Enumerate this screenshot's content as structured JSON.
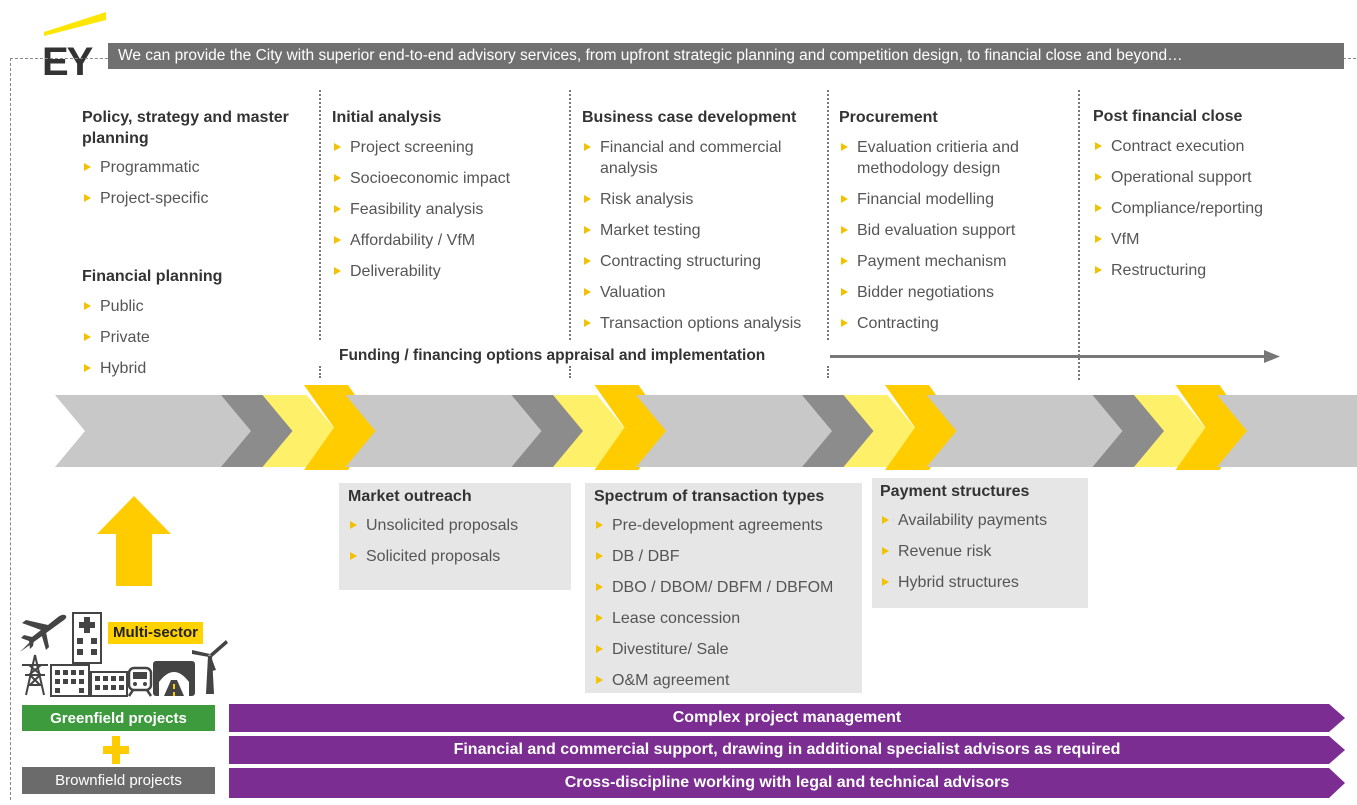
{
  "logo": {
    "text": "EY"
  },
  "banner": {
    "text": "We can provide the City with superior end-to-end advisory services, from upfront strategic planning and competition design, to financial close and beyond…"
  },
  "columns": [
    {
      "title": "Policy, strategy and master planning",
      "items": [
        "Programmatic",
        "Project-specific"
      ]
    },
    {
      "title": "Initial analysis",
      "items": [
        "Project screening",
        "Socioeconomic impact",
        "Feasibility analysis",
        "Affordability / VfM",
        "Deliverability"
      ]
    },
    {
      "title": "Business case development",
      "items": [
        "Financial and commercial analysis",
        "Risk analysis",
        "Market testing",
        "Contracting structuring",
        "Valuation",
        "Transaction options analysis"
      ]
    },
    {
      "title": "Procurement",
      "items": [
        "Evaluation critieria and methodology design",
        "Financial modelling",
        "Bid evaluation support",
        "Payment mechanism",
        "Bidder negotiations",
        "Contracting"
      ]
    },
    {
      "title": "Post financial close",
      "items": [
        "Contract execution",
        "Operational support",
        "Compliance/reporting",
        "VfM",
        "Restructuring"
      ]
    }
  ],
  "financial_planning": {
    "title": "Financial planning",
    "items": [
      "Public",
      "Private",
      "Hybrid"
    ]
  },
  "funding_row": {
    "label": "Funding / financing options appraisal and implementation"
  },
  "boxes": [
    {
      "title": "Market outreach",
      "items": [
        "Unsolicited proposals",
        "Solicited proposals"
      ]
    },
    {
      "title": "Spectrum of transaction types",
      "items": [
        "Pre-development agreements",
        "DB / DBF",
        "DBO / DBOM/ DBFM / DBFOM",
        "Lease concession",
        "Divestiture/ Sale",
        "O&M agreement"
      ]
    },
    {
      "title": "Payment structures",
      "items": [
        "Availability payments",
        "Revenue risk",
        "Hybrid structures"
      ]
    }
  ],
  "sectors": {
    "tag": "Multi-sector"
  },
  "project_types": {
    "greenfield": "Greenfield projects",
    "brownfield": "Brownfield projects"
  },
  "bars": [
    "Complex project management",
    "Financial and commercial support, drawing in additional specialist advisors as required",
    "Cross-discipline working with legal and technical advisors"
  ],
  "colors": {
    "ey_yellow": "#ffe600",
    "chevron_gold": "#ffcc00",
    "chevron_light_yellow": "#fff06a",
    "chevron_grey": "#c8c8c8",
    "chevron_dark": "#8c8c8c",
    "banner_grey": "#707070",
    "purple": "#7b2d91",
    "green": "#3d9a3d",
    "box_grey": "#e6e6e6"
  },
  "chevron_pattern": [
    "light",
    "light",
    "light",
    "light",
    "dark",
    "yellow",
    "gold",
    "light",
    "light",
    "light",
    "light",
    "dark",
    "yellow",
    "gold",
    "light",
    "light",
    "light",
    "light",
    "dark",
    "yellow",
    "gold",
    "light",
    "light",
    "light",
    "light",
    "dark",
    "yellow",
    "gold",
    "light",
    "light",
    "light",
    "light",
    "light"
  ],
  "icons": [
    "airplane-icon",
    "hospital-icon",
    "power-pylon-icon",
    "office-building-icon",
    "train-icon",
    "road-tunnel-icon",
    "wind-turbine-icon",
    "up-arrow-icon",
    "plus-icon"
  ]
}
